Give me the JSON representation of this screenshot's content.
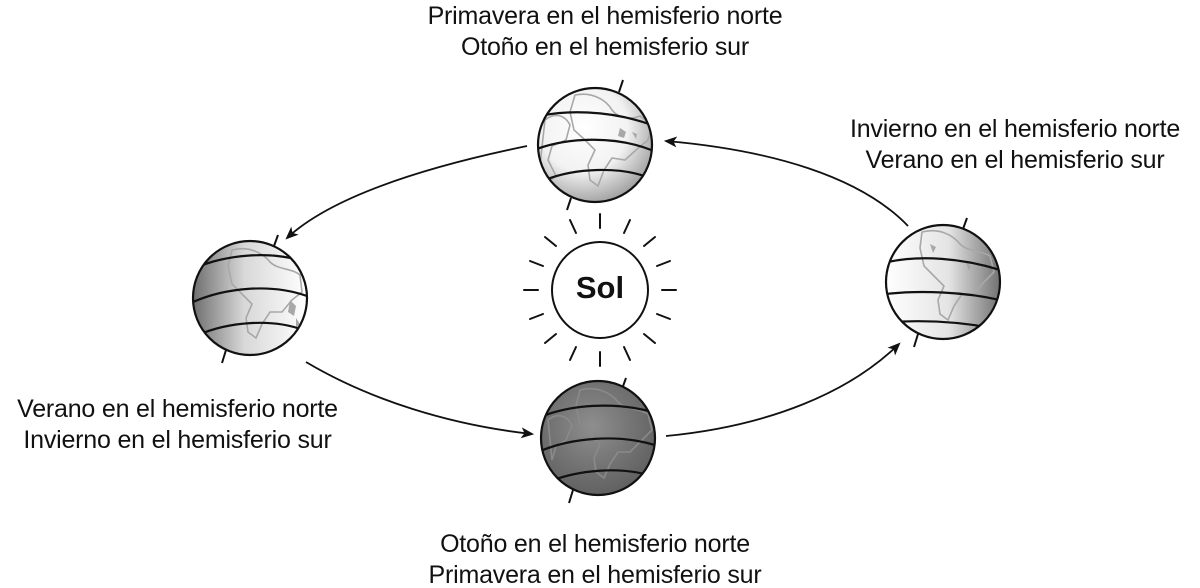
{
  "sun": {
    "label": "Sol"
  },
  "seasons": {
    "top": {
      "line1": "Primavera en el hemisferio norte",
      "line2": "Otoño en el hemisferio sur"
    },
    "right": {
      "line1": "Invierno en el hemisferio norte",
      "line2": "Verano en el hemisferio sur"
    },
    "left": {
      "line1": "Verano en el hemisferio norte",
      "line2": "Invierno en el hemisferio sur"
    },
    "bottom": {
      "line1": "Otoño en el hemisferio norte",
      "line2": "Primavera en el hemisferio sur"
    }
  },
  "colors": {
    "line": "#111111",
    "land": "#a8a8a8",
    "globe_light": "#f4f4f4",
    "globe_mid": "#b9b9b9",
    "globe_dark": "#6e6e6e"
  }
}
